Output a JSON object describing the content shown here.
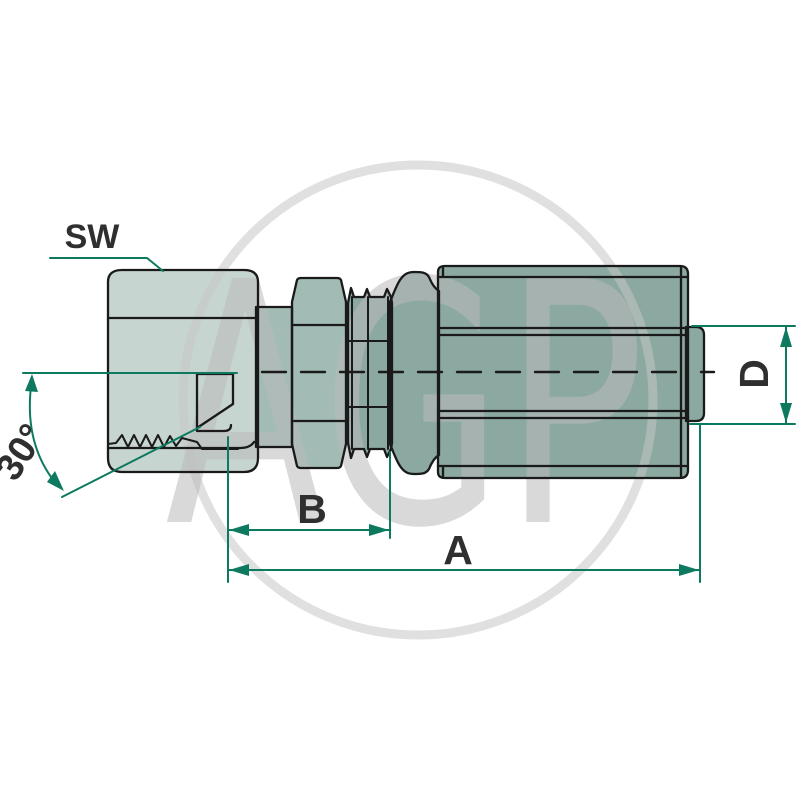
{
  "drawing": {
    "kind": "technical-drawing-hydraulic-fitting",
    "watermark_text": "AGP",
    "labels": {
      "wrench_size": "SW",
      "cone_angle": "30°",
      "dim_b": "B",
      "dim_a": "A",
      "dim_d": "D"
    },
    "colors": {
      "dimension_green": "#0d7a5f",
      "label_text": "#2f2f2f",
      "outline": "#1a1a1a",
      "part_light": "#c7d5d0",
      "part_mid": "#a2bcb5",
      "part_dark": "#8ba8a1",
      "watermark_gray": "#bbbbbb",
      "watermark_circle": "#c6c6c6",
      "background": "#ffffff"
    }
  }
}
